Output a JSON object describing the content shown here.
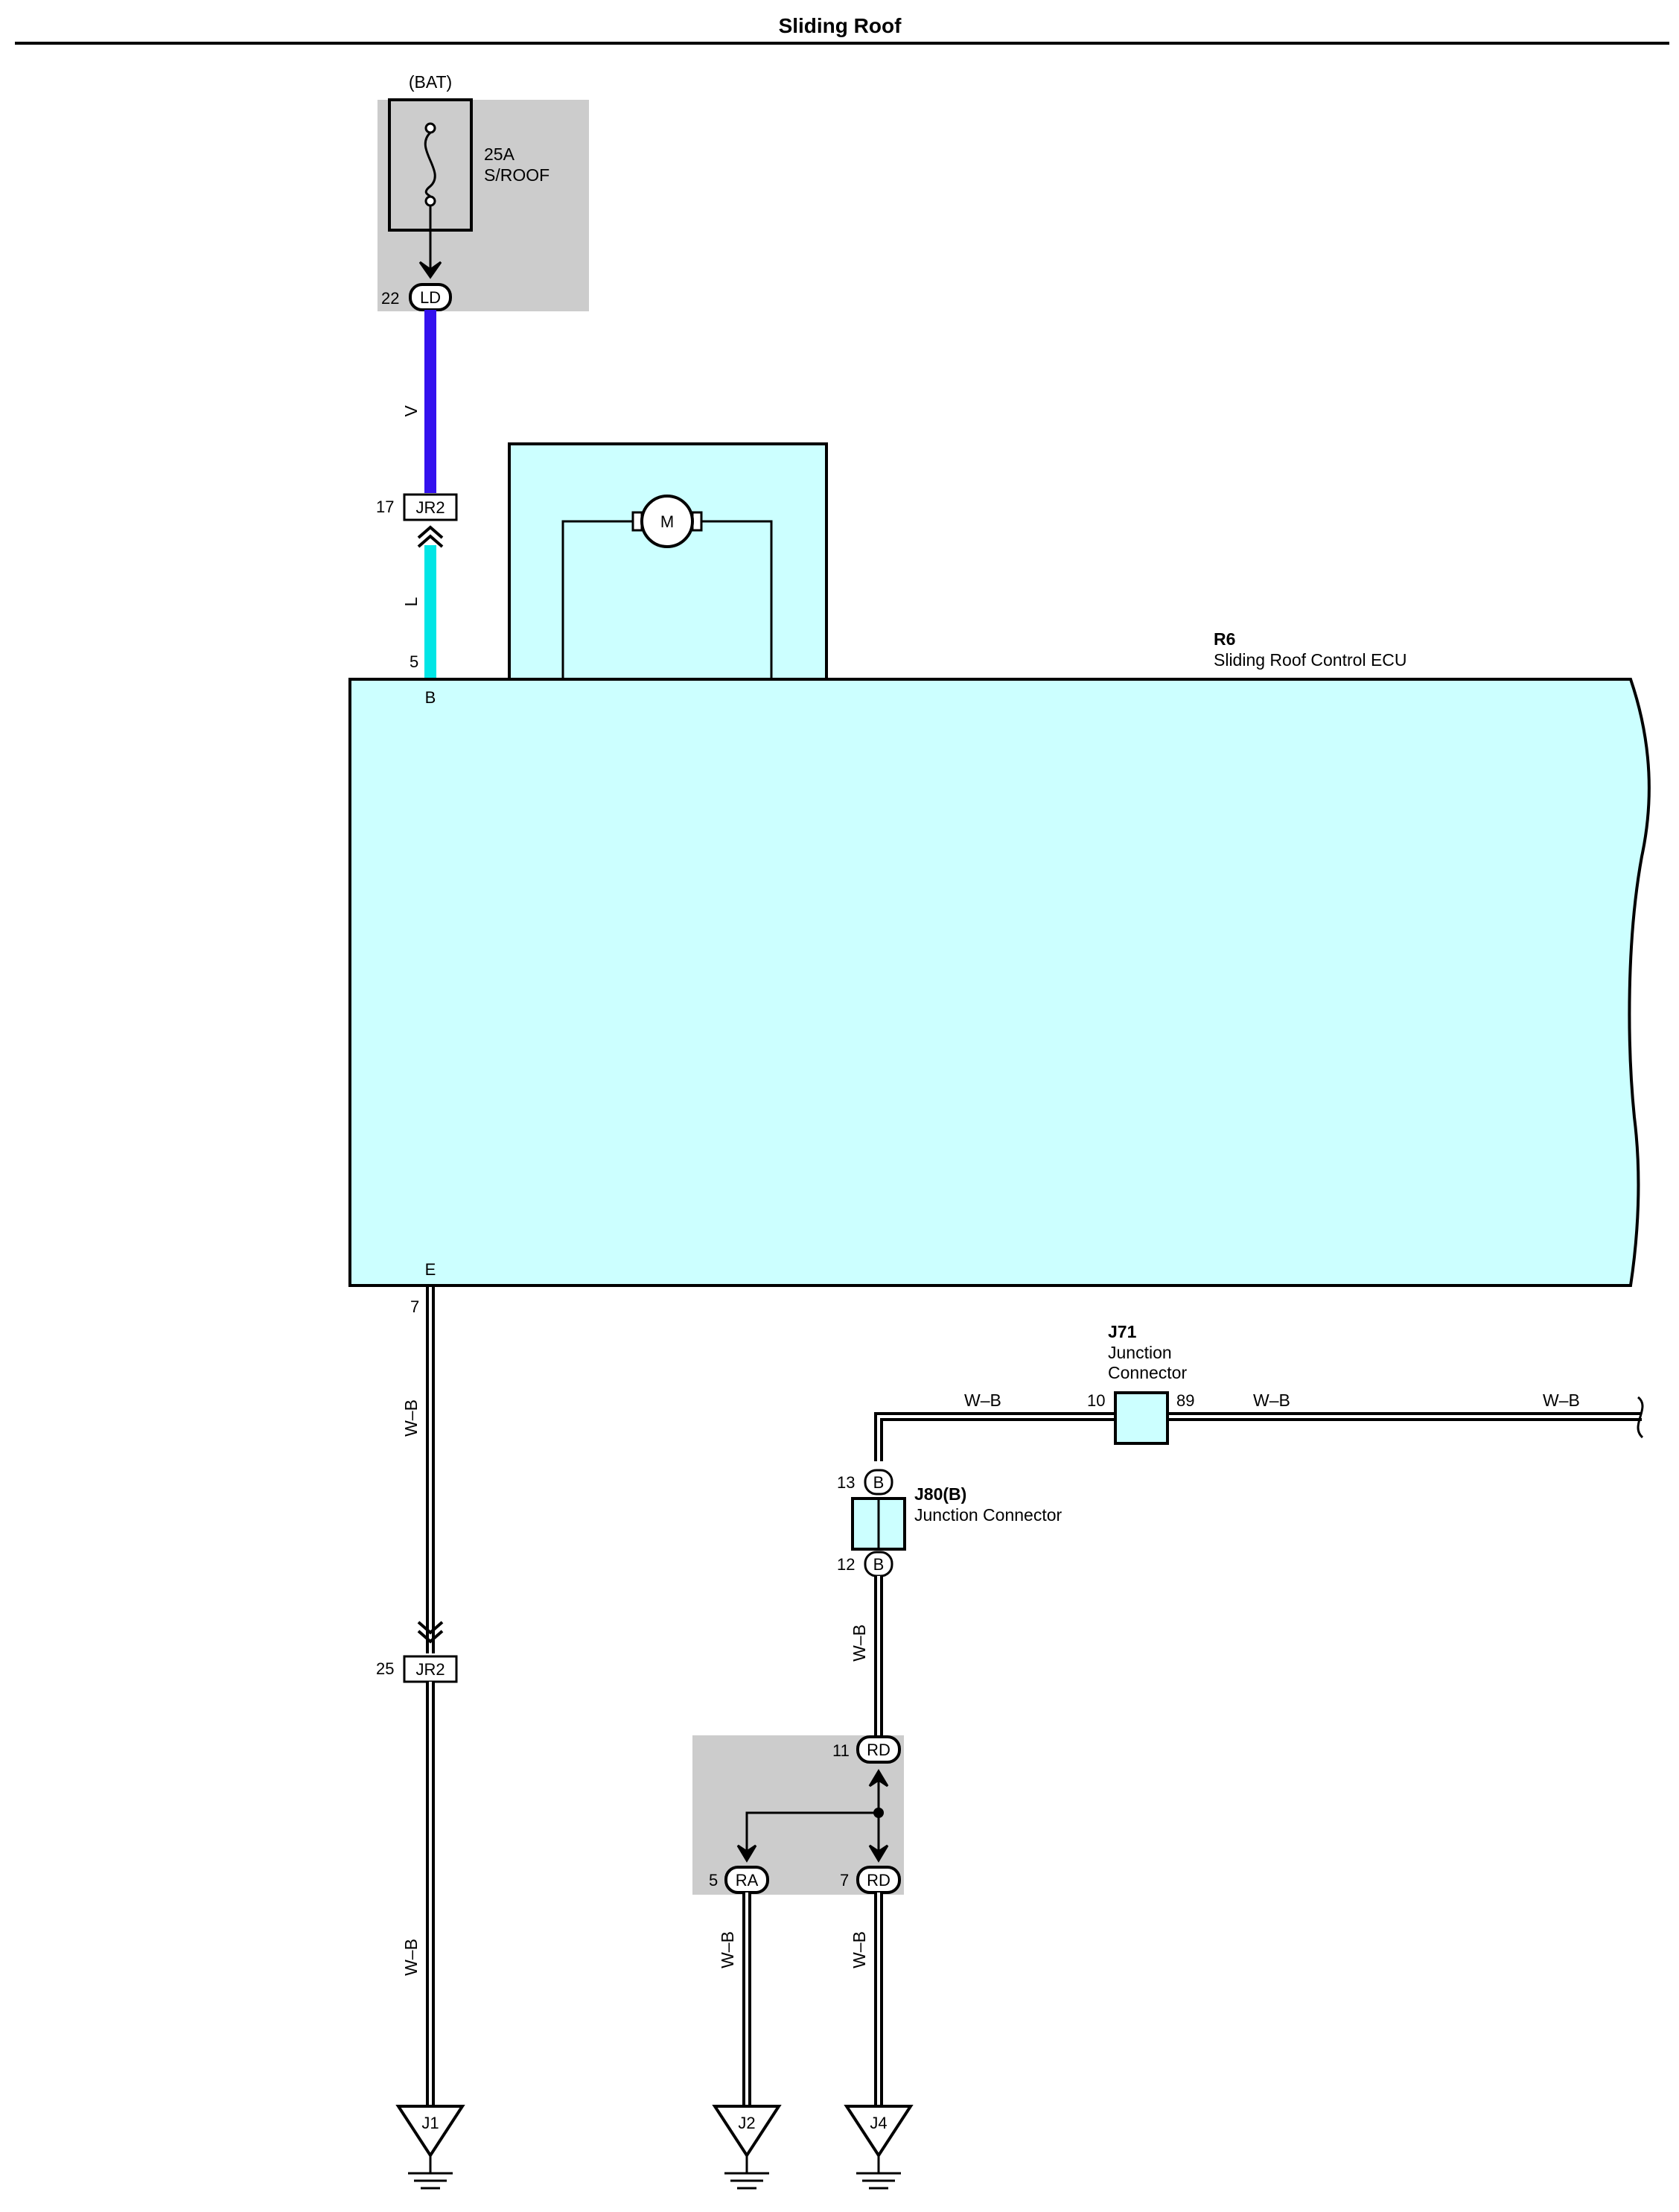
{
  "title": "Sliding Roof",
  "colors": {
    "ecu_fill": "#ccffff",
    "gray_box": "#cccccc",
    "wire_v": "#3311ee",
    "wire_l": "#00e5e5",
    "junction_fill": "#ccffff"
  },
  "power_source": {
    "label": "(BAT)",
    "fuse_amp": "25A",
    "fuse_name": "S/ROOF",
    "connector": "LD",
    "pin": "22"
  },
  "wires": {
    "v": "V",
    "l": "L",
    "wb": "W–B"
  },
  "jr2_top": {
    "connector": "JR2",
    "pin": "17"
  },
  "jr2_bottom": {
    "connector": "JR2",
    "pin": "25"
  },
  "ecu": {
    "code": "R6",
    "name": "Sliding Roof Control ECU",
    "pin_b_num": "5",
    "pin_b": "B",
    "pin_e": "E",
    "pin_e_num": "7",
    "motor_label": "M"
  },
  "j71": {
    "code": "J71",
    "name_line1": "Junction",
    "name_line2": "Connector",
    "pin_left": "10",
    "pin_right": "89"
  },
  "j80": {
    "code": "J80(B)",
    "name": "Junction Connector",
    "pin_top": "13",
    "pin_bottom": "12",
    "conn": "B"
  },
  "ground_block": {
    "rd_top_pin": "11",
    "rd_top": "RD",
    "ra_pin": "5",
    "ra": "RA",
    "rd_bottom_pin": "7",
    "rd_bottom": "RD"
  },
  "grounds": [
    "J1",
    "J2",
    "J4"
  ]
}
